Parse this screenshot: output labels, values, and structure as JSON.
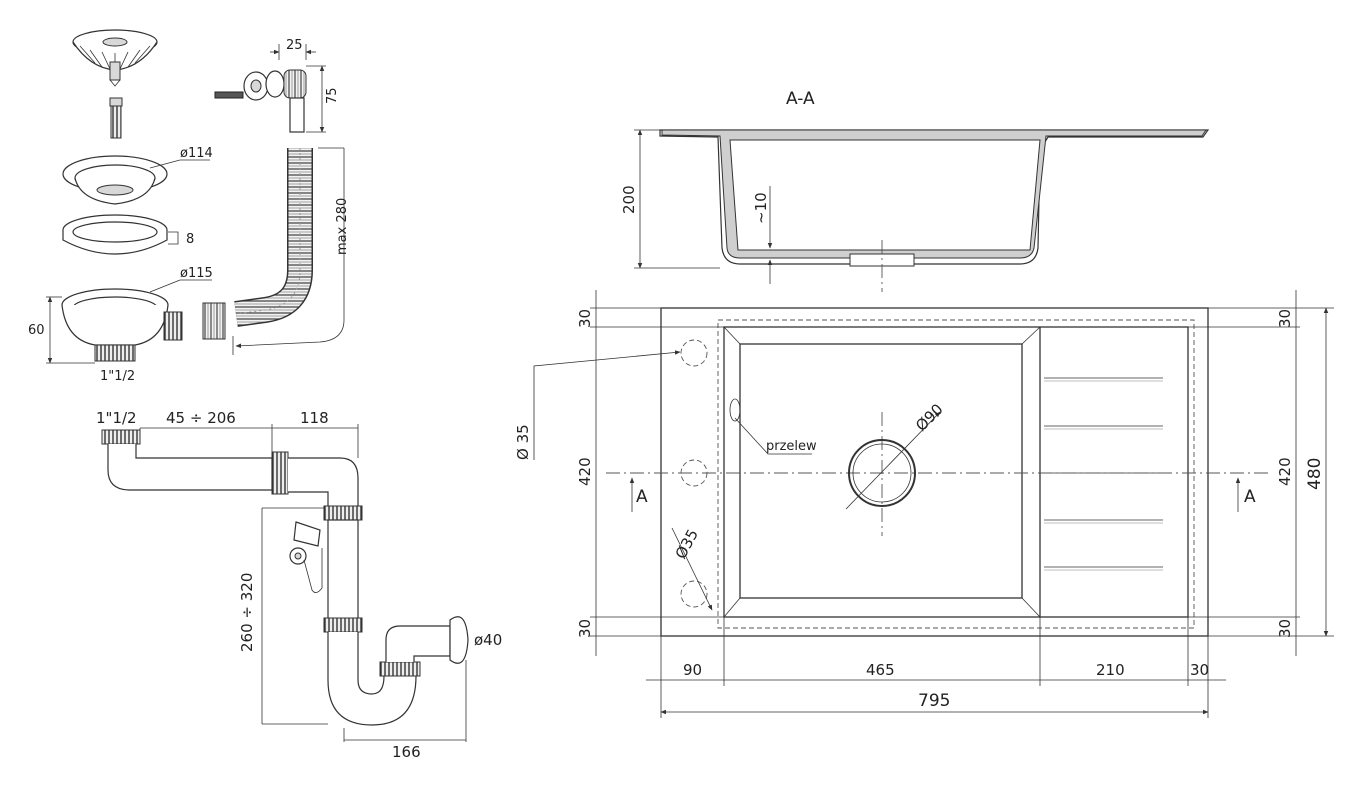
{
  "section_title": "A-A",
  "section_marker": "A",
  "overflow_label": "przelew",
  "left_parts": {
    "trap_spacing": "25",
    "trap_height": "75",
    "hose_length": "max 280",
    "strainer_diameter": "ø114",
    "gasket_thickness": "8",
    "outlet_diameter": "ø115",
    "outlet_height": "60",
    "outlet_thread": "1\"1/2"
  },
  "siphon": {
    "thread": "1\"1/2",
    "adjust_range": "45 ÷ 206",
    "offset": "118",
    "height_range": "260 ÷ 320",
    "pipe_diameter": "ø40",
    "width": "166"
  },
  "section_view": {
    "depth": "200",
    "wall_thickness": "~10"
  },
  "plan_view": {
    "left_dims": [
      "30",
      "420",
      "30"
    ],
    "right_dims": [
      "30",
      "420",
      "30"
    ],
    "overall_height": "480",
    "tap_hole": "Ø 35",
    "tap_hole_alt": "Ø35",
    "drain_diameter": "Ø90",
    "bottom_dims": [
      "90",
      "465",
      "210",
      "30"
    ],
    "overall_width": "795"
  }
}
